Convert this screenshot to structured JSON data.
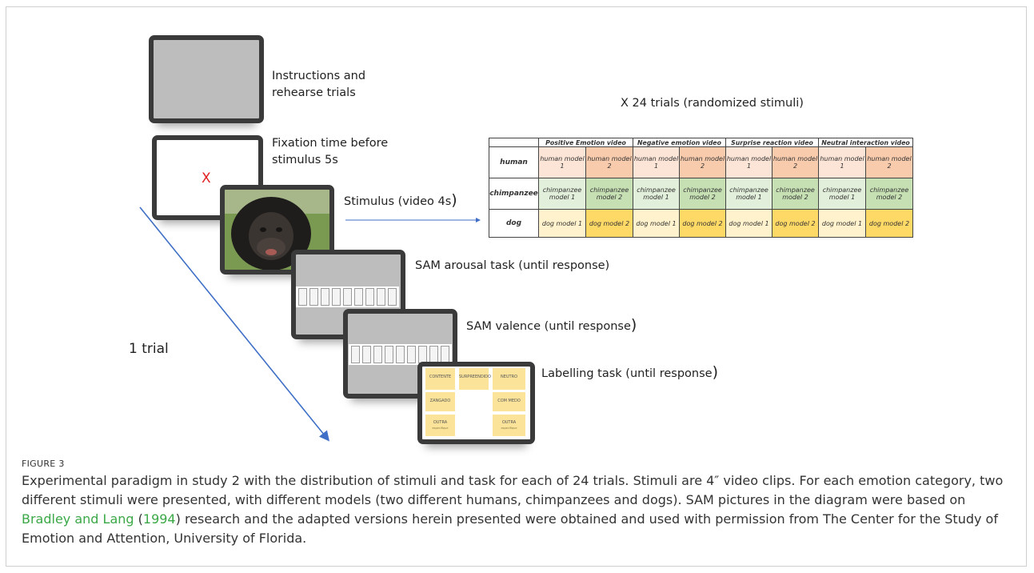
{
  "figure": {
    "steps": {
      "instructions": "Instructions and\nrehearse trials",
      "fixation": "Fixation time before\nstimulus 5s",
      "fixation_mark": "X",
      "stimulus": "Stimulus (video 4s",
      "stimulus_close": ")",
      "arousal": "SAM arousal task (until response)",
      "valence": "SAM valence (until response",
      "valence_close": ")",
      "labelling": "Labelling task (until response",
      "labelling_close": ")"
    },
    "trial_label": "1 trial",
    "trials_title": "X 24 trials (randomized stimuli)",
    "labels": [
      "CONTENTE",
      "SURPREENDIDO",
      "NEUTRO",
      "ZANGADO",
      "COM MEDO",
      "OUTRA",
      "OUTRA"
    ],
    "labels_sub": "especifique",
    "table": {
      "headers": [
        "Positive Emotion video",
        "Negative emotion video",
        "Surprise reaction video",
        "Neutral interaction video"
      ],
      "rows": [
        {
          "name": "human",
          "cells": [
            "human model 1",
            "human model 2",
            "human model 1",
            "human model 2",
            "human model 1",
            "human model 2",
            "human model 1",
            "human model 2"
          ]
        },
        {
          "name": "chimpanzee",
          "cells": [
            "chimpanzee model 1",
            "chimpanzee model 2",
            "chimpanzee model 1",
            "chimpanzee model 2",
            "chimpanzee model 1",
            "chimpanzee model 2",
            "chimpanzee model 1",
            "chimpanzee model 2"
          ]
        },
        {
          "name": "dog",
          "cells": [
            "dog model 1",
            "dog model 2",
            "dog model 1",
            "dog model 2",
            "dog model 1",
            "dog model 2",
            "dog model 1",
            "dog model 2"
          ]
        }
      ],
      "colors": {
        "human": [
          "#fce4d6",
          "#f8cbad"
        ],
        "chimpanzee": [
          "#e2efda",
          "#c6e0b4"
        ],
        "dog": [
          "#fff2cc",
          "#ffd966"
        ]
      }
    }
  },
  "caption": {
    "title": "FIGURE 3",
    "text_1": "Experimental paradigm in study 2 with the distribution of stimuli and task for each of 24 trials. Stimuli are 4″ video clips. For each emotion category, two different stimuli were presented, with different models (two different humans, chimpanzees and dogs). SAM pictures in the diagram were based on ",
    "link_1": "Bradley and Lang",
    "text_2": " (",
    "link_2": "1994",
    "text_3": ") research and the adapted versions herein presented were obtained and used with permission from The Center for the Study of Emotion and Attention, University of Florida."
  },
  "colors": {
    "accent_link": "#3aa846",
    "arrow": "#3f6fc6",
    "fixation": "#e02020"
  }
}
